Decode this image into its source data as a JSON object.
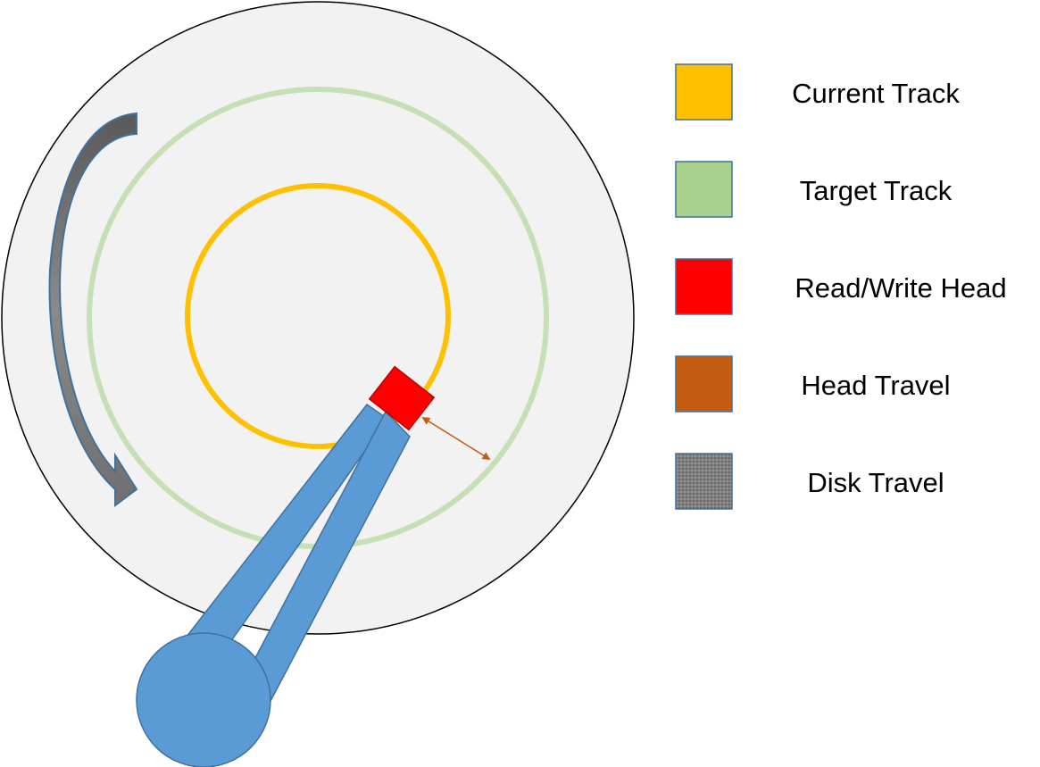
{
  "colors": {
    "platter_fill": "#f2f2f2",
    "platter_stroke": "#000000",
    "current_track": "#ffc000",
    "target_track": "#a9d18e",
    "read_write_head": "#ff0000",
    "head_travel": "#c55a11",
    "disk_travel": "#808080",
    "arm": "#5b9bd5",
    "arm_stroke": "#41719c"
  },
  "icons": {
    "rotation_arrow": "curved-arrow-icon",
    "head_travel_arrow": "double-arrow-icon"
  },
  "legend": {
    "items": [
      {
        "label": "Current Track",
        "color": "#ffc000",
        "pattern": "solid"
      },
      {
        "label": "Target Track",
        "color": "#a9d18e",
        "pattern": "solid"
      },
      {
        "label": "Read/Write Head",
        "color": "#ff0000",
        "pattern": "solid"
      },
      {
        "label": "Head Travel",
        "color": "#c55a11",
        "pattern": "solid"
      },
      {
        "label": "Disk Travel",
        "color": "#808080",
        "pattern": "dotted"
      }
    ]
  }
}
